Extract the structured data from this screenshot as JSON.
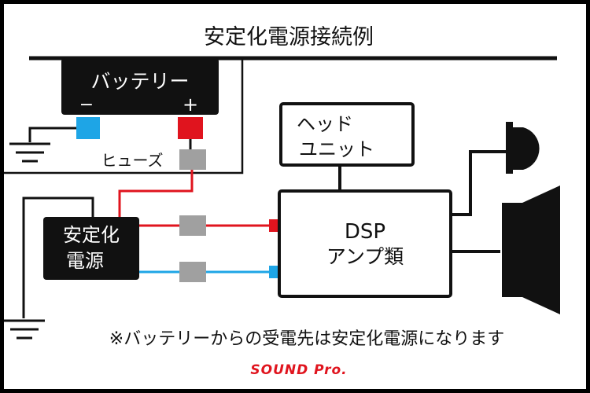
{
  "title": "安定化電源接続例",
  "battery": {
    "label": "バッテリー",
    "minus": "−",
    "plus": "+"
  },
  "fuse_label": "ヒューズ",
  "regulator": {
    "line1": "安定化",
    "line2": "電源"
  },
  "head_unit": {
    "line1": "ヘッド",
    "line2": "ユニット"
  },
  "dsp": {
    "line1": "DSP",
    "line2": "アンプ類"
  },
  "note": "※バッテリーからの受電先は安定化電源になります",
  "brand": "SOUND Pro.",
  "colors": {
    "background": "#000000",
    "frame": "#ffffff",
    "plus_wire": "#e0141e",
    "minus_wire": "#1ea5e6",
    "fuse": "#a0a0a0",
    "brand": "#e0141e"
  }
}
